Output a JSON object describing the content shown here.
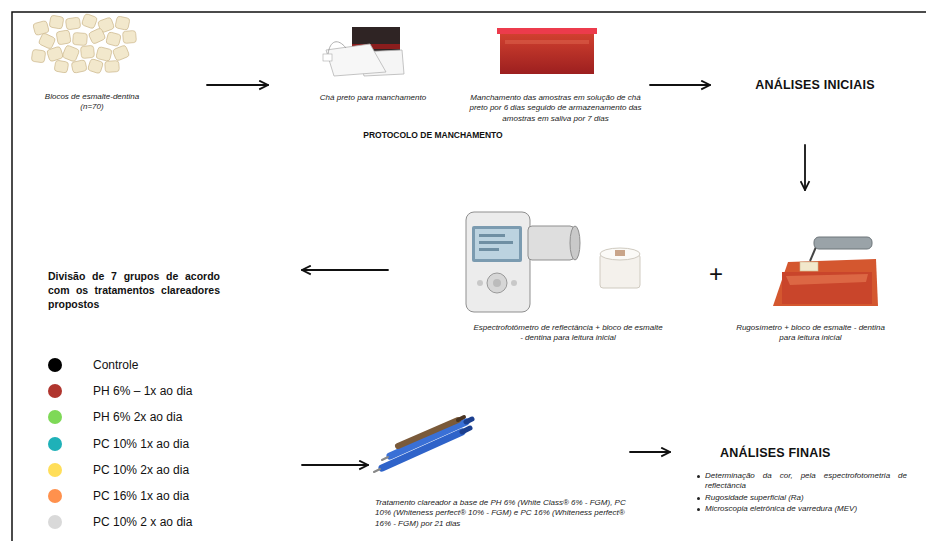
{
  "diagram": {
    "nodes": [
      {
        "text": [
          "Blocos de esmalte-dentina (n=70)"
        ]
      },
      {
        "text": [
          "Chá preto para manchamento",
          "Manchamento das amostras em solução de chá preto por 6 dias seguido de armazenamento das amostras em saliva por 7 dias",
          "PROTOCOLO DE MANCHAMENTO"
        ]
      },
      {
        "text": [
          "ANÁLISES INICIAIS"
        ]
      },
      {
        "text": [
          "Espectrofotômetro de reflectância + bloco de esmalte - dentina para leitura inicial",
          "+",
          "Rugosímetro + bloco de esmalte - dentina para leitura inicial"
        ]
      },
      {
        "text": [
          "Divisão de 7 grupos de acordo com os tratamentos clareadores propostos"
        ]
      },
      {
        "text": [
          "Tratamento clareador a base de PH 6% (White Class® 6% - FGM), PC 10% (Whiteness perfect® 10% - FGM) e PC 16% (Whiteness perfect® 16% - FGM) por 21 dias"
        ]
      },
      {
        "text": [
          "ANÁLISES FINAIS",
          "Determinação da cor, pela espectrofotometria de reflectância",
          "Rugosidade superficial (Ra)",
          "Microscopia eletrônica de varredura (MEV)"
        ]
      }
    ],
    "edges": [
      {
        "from": 0,
        "to": 1,
        "arrow": "to"
      },
      {
        "from": 1,
        "to": 2,
        "arrow": "to"
      },
      {
        "from": 2,
        "to": 3,
        "arrow": "to"
      },
      {
        "from": 3,
        "to": 4,
        "arrow": "to"
      },
      {
        "from": 4,
        "to": 5,
        "arrow": "to"
      },
      {
        "from": 5,
        "to": 6,
        "arrow": "to"
      }
    ],
    "legend": [
      {
        "text": "Controle",
        "color": "#000000"
      },
      {
        "text": "PH 6% – 1x ao dia",
        "color": "#b0352e"
      },
      {
        "text": "PH 6% 2x ao dia",
        "color": "#7ed957"
      },
      {
        "text": "PC 10% 1x ao dia",
        "color": "#1fb1b8"
      },
      {
        "text": "PC 10% 2x ao dia",
        "color": "#ffde59"
      },
      {
        "text": "PC 16% 1x ao dia",
        "color": "#ff914d"
      },
      {
        "text": "PC 10% 2 x ao dia",
        "color": "#d9d9d9"
      }
    ]
  }
}
